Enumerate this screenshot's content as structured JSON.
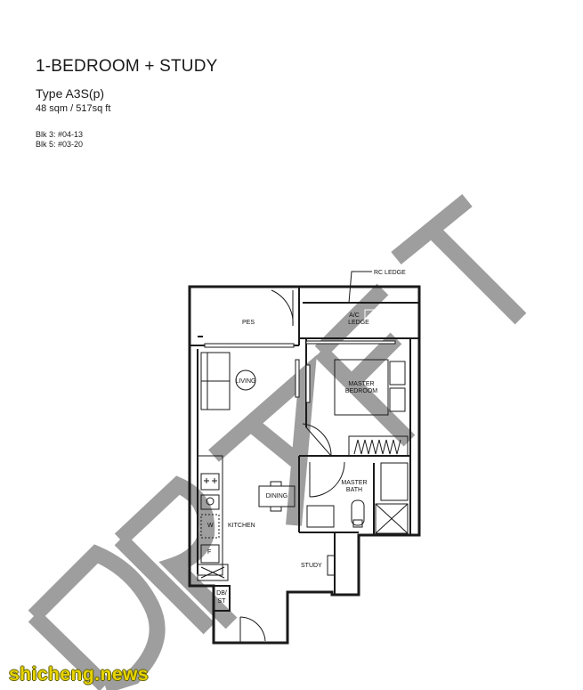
{
  "header": {
    "title": "1-BEDROOM + STUDY",
    "type": "Type A3S(p)",
    "area": "48 sqm / 517sq ft",
    "blocks": [
      "Blk 3: #04-13",
      "Blk 5: #03-20"
    ]
  },
  "watermark": {
    "draft": "DRAFT",
    "site": "shicheng.news"
  },
  "plan": {
    "rc_ledge": "RC LEDGE",
    "pes": "PES",
    "ac_ledge": [
      "A/C",
      "LEDGE"
    ],
    "living": "LIVING",
    "master_bedroom": [
      "MASTER",
      "BEDROOM"
    ],
    "dining": "DINING",
    "master_bath": [
      "MASTER",
      "BATH"
    ],
    "kitchen": "KITCHEN",
    "study": "STUDY",
    "washer": "W",
    "fridge": "F",
    "db_st": [
      "DB/",
      "ST"
    ]
  },
  "colors": {
    "draft": "#9e9e9e",
    "wall": "#1a1a1a",
    "watermark_site": "#e8d400"
  }
}
